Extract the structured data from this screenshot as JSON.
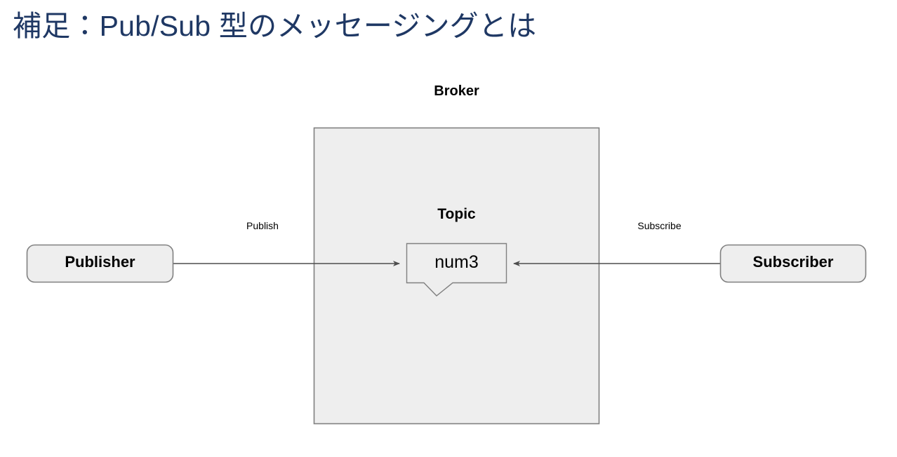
{
  "slide": {
    "title": "補足：Pub/Sub 型のメッセージングとは",
    "title_color": "#1F3864",
    "background": "#ffffff"
  },
  "diagram": {
    "type": "pub-sub-messaging",
    "shape_fill": "#EEEEEE",
    "shape_stroke": "#808080",
    "edge_color": "#4D4D4D",
    "broker": {
      "caption": "Broker",
      "topic": {
        "caption": "Topic",
        "value": "num3"
      }
    },
    "publisher": {
      "label": "Publisher"
    },
    "subscriber": {
      "label": "Subscriber"
    },
    "edges": [
      {
        "id": "publish",
        "label": "Publish",
        "from": "Publisher",
        "to": "Topic",
        "direction": "right"
      },
      {
        "id": "subscribe",
        "label": "Subscribe",
        "from": "Subscriber",
        "to": "Topic",
        "direction": "left"
      }
    ]
  }
}
